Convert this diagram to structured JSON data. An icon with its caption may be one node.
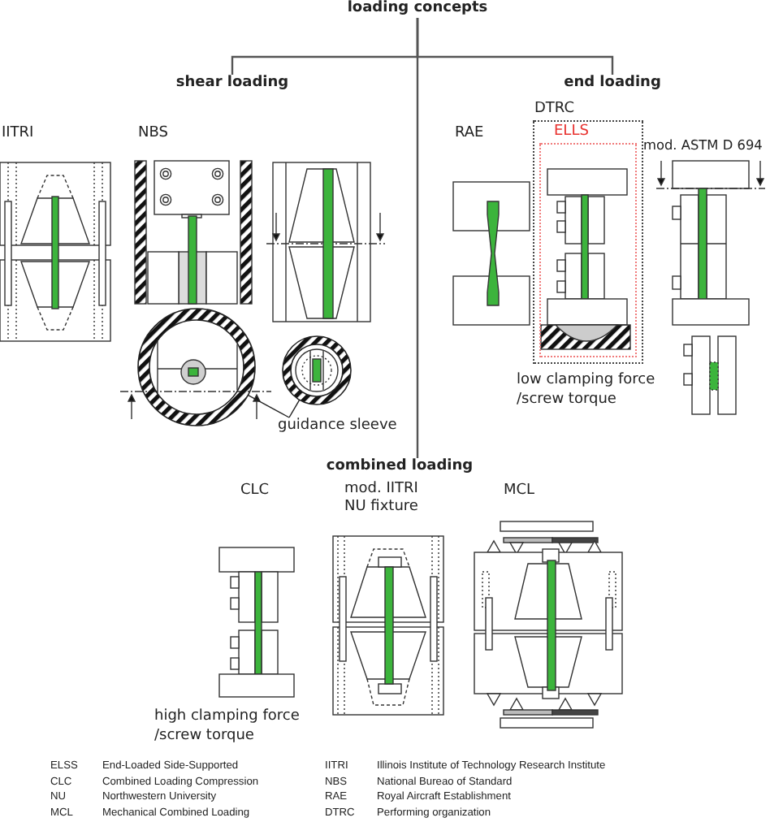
{
  "diagram": {
    "nodes": [
      {
        "text": [
          "loading concepts"
        ]
      },
      {
        "text": [
          "shear loading"
        ]
      },
      {
        "text": [
          "end loading"
        ]
      },
      {
        "text": [
          "DTRC"
        ]
      },
      {
        "text": [
          "ELLS"
        ],
        "in": 3
      },
      {
        "text": [],
        "shape": "circle"
      },
      {
        "text": [],
        "shape": "circle"
      },
      {
        "text": [
          "guidance sleeve"
        ]
      },
      {
        "text": [
          "combined loading"
        ]
      }
    ],
    "edges": [
      {
        "from": 0,
        "to": 1,
        "arrow": "none"
      },
      {
        "from": 0,
        "to": 2,
        "arrow": "none"
      },
      {
        "from": 0,
        "to": 8,
        "arrow": "none"
      },
      {
        "from": 7,
        "to": 5,
        "arrow": "none"
      },
      {
        "from": 7,
        "to": 6,
        "arrow": "none"
      }
    ],
    "labels": [
      "IITRI",
      "NBS",
      "RAE",
      "mod. ASTM D 694",
      "low clamping force /screw torque",
      "CLC",
      "mod. IITRI NU fixture",
      "MCL",
      "high clamping force /screw torque",
      "ELSS",
      "End-Loaded Side-Supported",
      "IITRI",
      "Illinois Institute of Technology Research Institute",
      "CLC",
      "Combined Loading Compression",
      "NBS",
      "National Bureao of Standard",
      "NU",
      "Northwestern University",
      "RAE",
      "Royal Aircraft Establishment",
      "MCL",
      "Mechanical Combined Loading",
      "DTRC",
      "Performing organization"
    ]
  }
}
